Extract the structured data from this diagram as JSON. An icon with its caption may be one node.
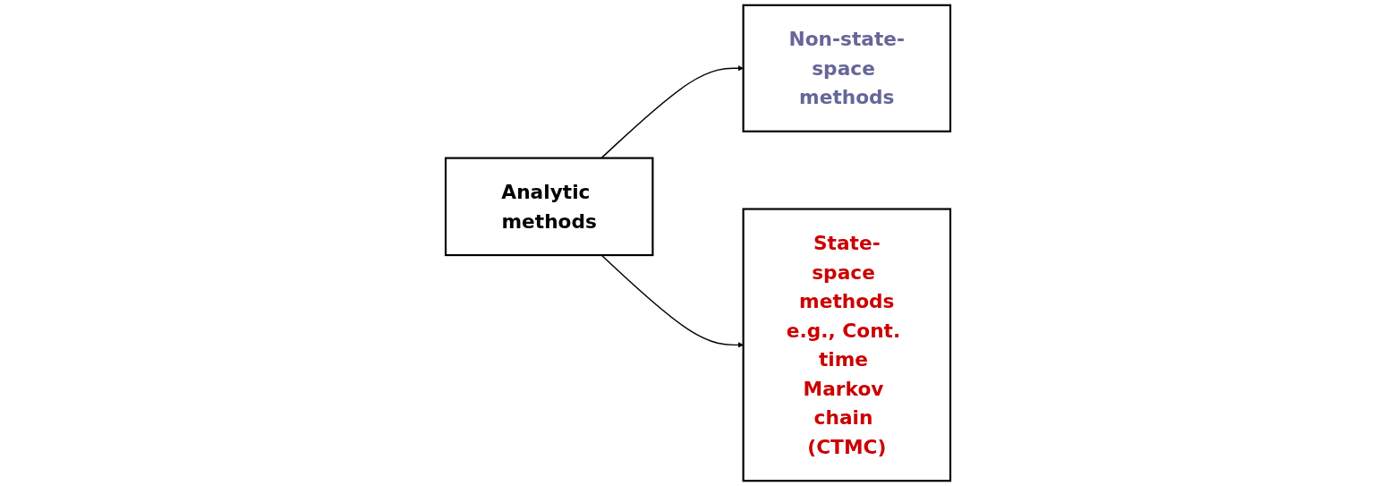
{
  "diagram": {
    "nodes": [
      {
        "text": [
          "Analytic methods"
        ]
      },
      {
        "text": [
          "Non-state-space methods"
        ]
      },
      {
        "text": [
          "State-space methods",
          "e.g., Cont. time Markov chain (CTMC)"
        ]
      }
    ],
    "edges": [
      {
        "from": 0,
        "to": 1,
        "arrow": "to"
      },
      {
        "from": 0,
        "to": 2,
        "arrow": "to"
      }
    ]
  }
}
